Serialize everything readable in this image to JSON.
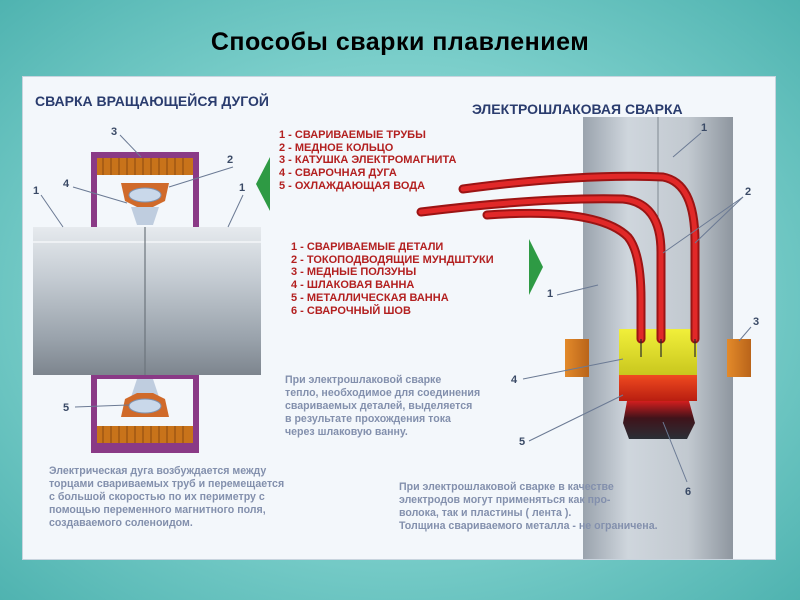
{
  "slide_title": "Способы сварки плавлением",
  "left": {
    "heading": "СВАРКА ВРАЩАЮЩЕЙСЯ ДУГОЙ",
    "legend": [
      "1 - СВАРИВАЕМЫЕ ТРУБЫ",
      "2 - МЕДНОЕ КОЛЬЦО",
      "3 - КАТУШКА ЭЛЕКТРОМАГНИТА",
      "4 - СВАРОЧНАЯ ДУГА",
      "5 - ОХЛАЖДАЮЩАЯ ВОДА"
    ],
    "description": [
      "Электрическая дуга возбуждается между",
      "торцами свариваемых труб и перемещается",
      "с большой скоростью по их периметру с",
      "помощью переменного магнитного поля,",
      "создаваемого соленоидом."
    ],
    "callouts": {
      "pipe_left": "1",
      "pipe_right": "1",
      "ring": "2",
      "coil": "3",
      "arc": "4",
      "water": "5"
    }
  },
  "right": {
    "heading": "ЭЛЕКТРОШЛАКОВАЯ СВАРКА",
    "legend": [
      "1 - СВАРИВАЕМЫЕ ДЕТАЛИ",
      "2 - ТОКОПОДВОДЯЩИЕ МУНДШТУКИ",
      "3 - МЕДНЫЕ ПОЛЗУНЫ",
      "4 - ШЛАКОВАЯ ВАННА",
      "5 - МЕТАЛЛИЧЕСКАЯ ВАННА",
      "6 - СВАРОЧНЫЙ ШОВ"
    ],
    "note_1": [
      "При электрошлаковой сварке",
      "тепло, необходимое для соединения",
      "свариваемых деталей, выделяется",
      "в результате прохождения тока",
      "через шлаковую ванну."
    ],
    "note_2": [
      "При электрошлаковой сварке в качестве",
      "электродов могут применяться как про-",
      "волока, так и пластины ( лента ).",
      "Толщина свариваемого металла - не ограничена."
    ],
    "callouts": {
      "parts_top": "1",
      "parts_mid": "1",
      "nozzles": "2",
      "sliders": "3",
      "slag": "4",
      "metal": "5",
      "seam": "6"
    }
  },
  "colors": {
    "background": "#7ccfcb",
    "heading": "#2a3c6e",
    "legend_text": "#b32020",
    "description_text": "#8390ad",
    "arrow": "#2e9a44",
    "coil": "#8a3a86",
    "copper": "#c8731a",
    "nozzle": "#d21e1e",
    "slag": "#e2e01a",
    "metal": "#e0341a"
  }
}
